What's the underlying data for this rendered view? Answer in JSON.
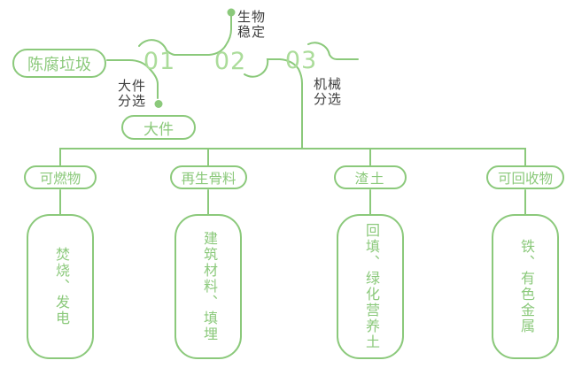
{
  "colors": {
    "green": "#8BC97B",
    "green_light": "#ABDC9A",
    "text_dark": "#3E3E3E"
  },
  "flow": {
    "source_label": "陈腐垃圾",
    "steps": [
      {
        "number": "01",
        "label": "大件\n分选"
      },
      {
        "number": "02",
        "label": "生物\n稳定"
      },
      {
        "number": "03",
        "label": "机械\n分选"
      }
    ],
    "bulky_output": "大件",
    "branches": [
      {
        "category": "可燃物",
        "result": "焚烧、发电"
      },
      {
        "category": "再生骨料",
        "result": "建筑材料、填埋"
      },
      {
        "category": "渣土",
        "result": "回填、绿化营养土"
      },
      {
        "category": "可回收物",
        "result": "铁、有色金属"
      }
    ]
  }
}
